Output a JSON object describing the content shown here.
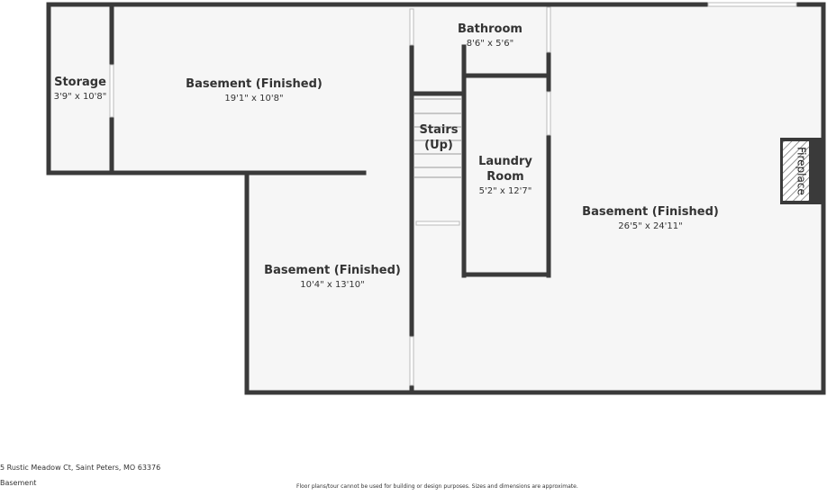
{
  "colors": {
    "wall": "#3a3a3a",
    "floor": "#f6f6f6",
    "opening": "#ffffff"
  },
  "rooms": {
    "storage": {
      "name": "Storage",
      "dims": "3'9\" x 10'8\""
    },
    "basement_top": {
      "name": "Basement (Finished)",
      "dims": "19'1\" x 10'8\""
    },
    "bathroom": {
      "name": "Bathroom",
      "dims": "8'6\" x 5'6\""
    },
    "stairs": {
      "name_line1": "Stairs",
      "name_line2": "(Up)"
    },
    "laundry": {
      "name_line1": "Laundry",
      "name_line2": "Room",
      "dims": "5'2\" x 12'7\""
    },
    "basement_main": {
      "name": "Basement (Finished)",
      "dims": "26'5\" x 24'11\""
    },
    "basement_bottom": {
      "name": "Basement (Finished)",
      "dims": "10'4\" x 13'10\""
    },
    "fireplace": {
      "name": "Fireplace"
    }
  },
  "footer": {
    "address": "5 Rustic Meadow Ct, Saint Peters, MO 63376",
    "level": "Basement",
    "disclaimer": "Floor plans/tour cannot be used for building or design purposes. Sizes and dimensions are approximate."
  }
}
